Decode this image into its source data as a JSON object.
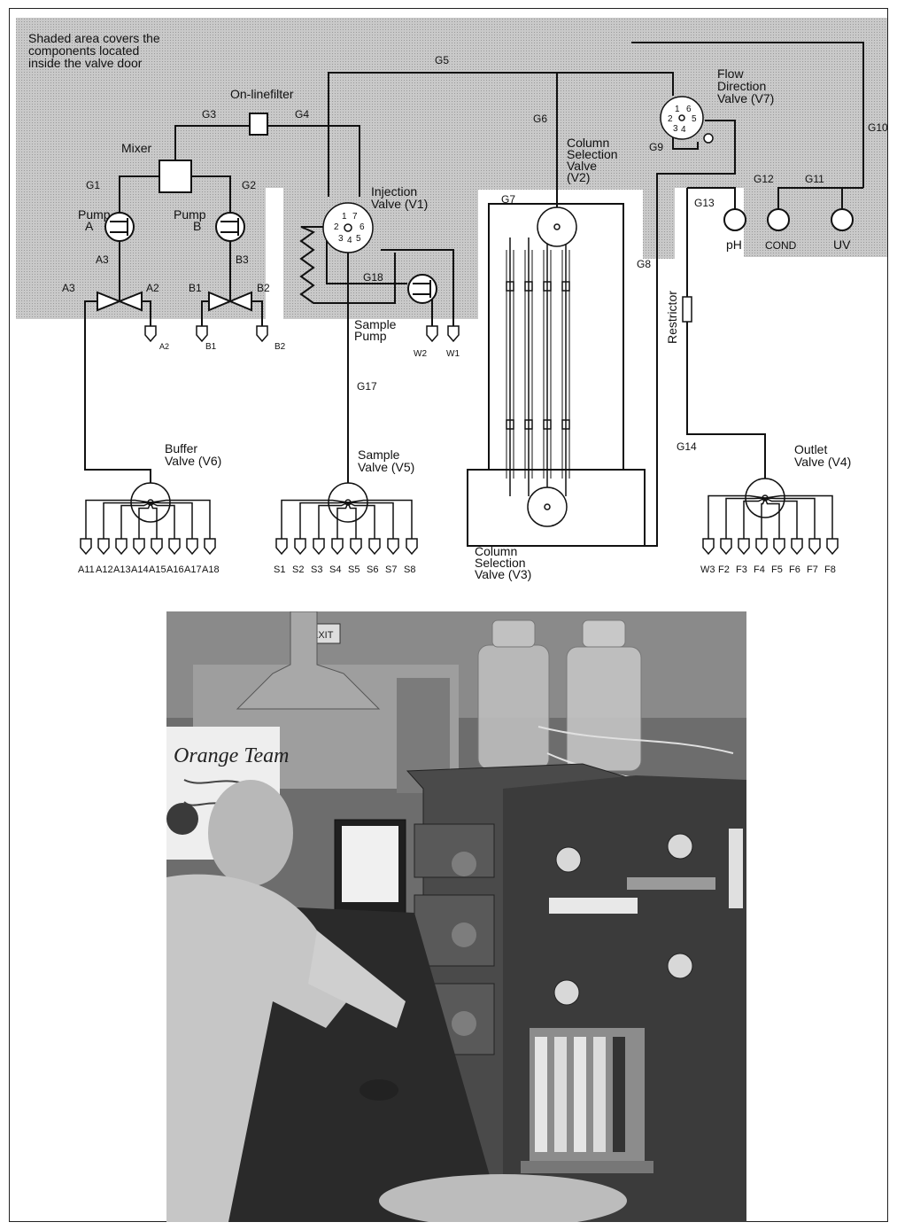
{
  "note": "Shaded area covers the\ncomponents located\ninside the valve door",
  "components": {
    "filter": "On-linefilter",
    "mixer": "Mixer",
    "pump_a": "Pump\nA",
    "pump_b": "Pump\nB",
    "injection_valve": "Injection\nValve (V1)",
    "col_sel_v2": "Column\nSelection\nValve\n(V2)",
    "flow_dir": "Flow\nDirection\nValve (V7)",
    "sample_pump": "Sample\nPump",
    "restrictor": "Restrictor",
    "buffer_valve": "Buffer\nValve (V6)",
    "sample_valve": "Sample\nValve (V5)",
    "col_sel_v3": "Column\nSelection\nValve (V3)",
    "outlet_valve": "Outlet\nValve (V4)",
    "ph": "pH",
    "cond": "COND",
    "uv": "UV"
  },
  "tubing": [
    "G1",
    "G2",
    "G3",
    "G4",
    "G5",
    "G6",
    "G7",
    "G8",
    "G9",
    "G10",
    "G11",
    "G12",
    "G13",
    "G14",
    "G17",
    "G18"
  ],
  "ports": {
    "a3_top": "A3",
    "a3_left": "A3",
    "a2": "A2",
    "a2_out": "A2",
    "b3": "B3",
    "b1": "B1",
    "b2": "B2",
    "b1_out": "B1",
    "b2_out": "B2",
    "w1": "W1",
    "w2": "W2"
  },
  "buffer_outlets": [
    "A11",
    "A12",
    "A13",
    "A14",
    "A15",
    "A16",
    "A17",
    "A18"
  ],
  "sample_outlets": [
    "S1",
    "S2",
    "S3",
    "S4",
    "S5",
    "S6",
    "S7",
    "S8"
  ],
  "fraction_outlets": [
    "W3",
    "F2",
    "F3",
    "F4",
    "F5",
    "F6",
    "F7",
    "F8"
  ],
  "photo": {
    "whiteboard_text": "Orange Team",
    "exit_sign": "EXIT"
  }
}
